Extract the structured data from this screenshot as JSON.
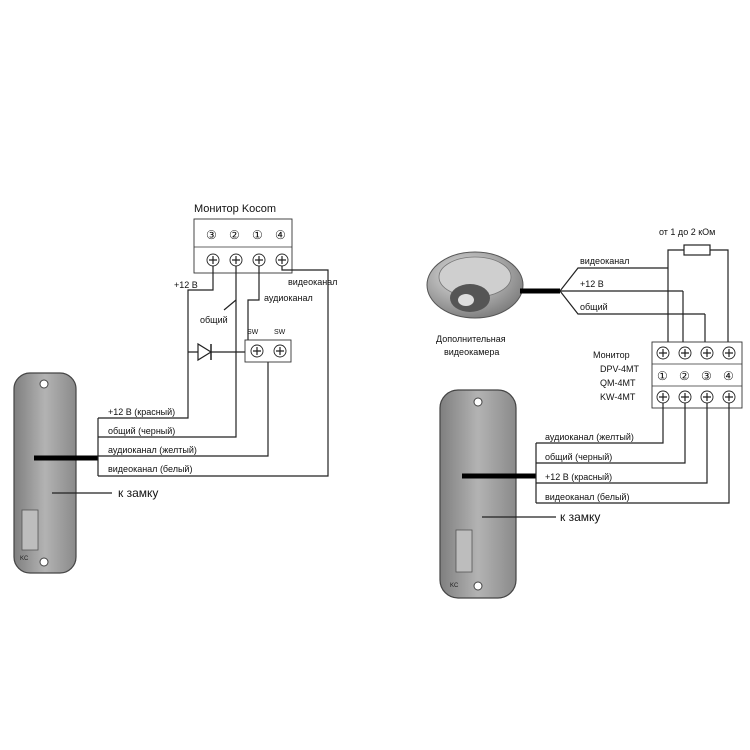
{
  "left": {
    "monitor_title": "Монитор Kocom",
    "terminal_numbers": [
      "③",
      "②",
      "①",
      "④"
    ],
    "label_12v": "+12 В",
    "label_common": "общий",
    "label_audio": "аудиоканал",
    "label_video": "видеоканал",
    "sw1": "SW",
    "sw2": "SW",
    "wire_12v": "+12 В (красный)",
    "wire_common": "общий (черный)",
    "wire_audio": "аудиоканал (желтый)",
    "wire_video": "видеоканал (белый)",
    "lock": "к замку"
  },
  "right": {
    "resistor": "от 1 до 2 кОм",
    "cam_video": "видеоканал",
    "cam_12v": "+12 В",
    "cam_common": "общий",
    "camera_line1": "Дополнительная",
    "camera_line2": "видеокамера",
    "monitor_line1": "Монитор",
    "monitor_line2": "DPV-4MT",
    "monitor_line3": "QM-4MT",
    "monitor_line4": "KW-4MT",
    "terminal_numbers": [
      "①",
      "②",
      "③",
      "④"
    ],
    "wire_audio": "аудиоканал (желтый)",
    "wire_common": "общий (черный)",
    "wire_12v": "+12 В (красный)",
    "wire_video": "видеоканал (белый)",
    "lock": "к замку"
  },
  "colors": {
    "line": "#222222",
    "panel": "#9a9a9a"
  }
}
